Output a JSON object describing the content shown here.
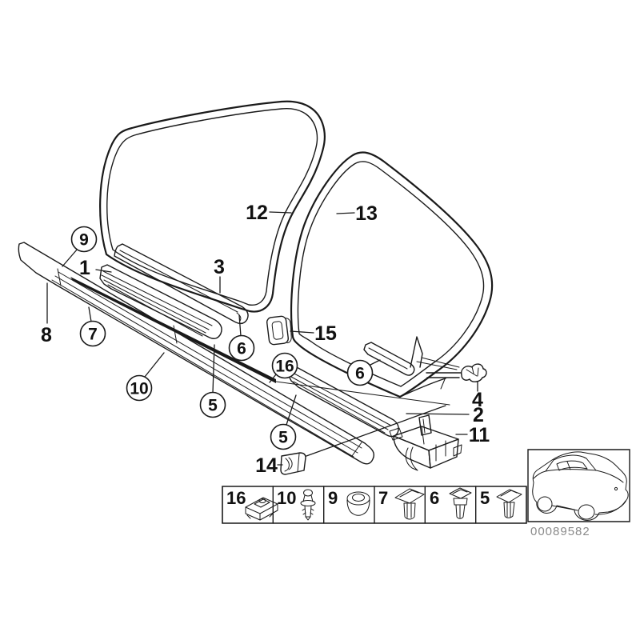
{
  "footer": {
    "image_number": "00089582"
  },
  "colors": {
    "line": "#1a1a1a",
    "label_text": "#111111",
    "muted_text": "#8a8a8a",
    "background": "#ffffff"
  },
  "callouts": {
    "circled": [
      {
        "label": "9"
      },
      {
        "label": "7"
      },
      {
        "label": "10"
      },
      {
        "label": "5"
      },
      {
        "label": "6"
      },
      {
        "label": "16"
      },
      {
        "label": "6"
      },
      {
        "label": "5"
      }
    ],
    "plain": [
      {
        "label": "1"
      },
      {
        "label": "8"
      },
      {
        "label": "3"
      },
      {
        "label": "12"
      },
      {
        "label": "13"
      },
      {
        "label": "15"
      },
      {
        "label": "4"
      },
      {
        "label": "2"
      },
      {
        "label": "11"
      },
      {
        "label": "14"
      }
    ]
  },
  "legend": {
    "items": [
      {
        "number": "16",
        "icon": "bracket-clip-icon"
      },
      {
        "number": "10",
        "icon": "expansion-rivet-icon"
      },
      {
        "number": "9",
        "icon": "grommet-icon"
      },
      {
        "number": "7",
        "icon": "trim-clip-wide-icon"
      },
      {
        "number": "6",
        "icon": "trim-clip-square-icon"
      },
      {
        "number": "5",
        "icon": "trim-clip-narrow-icon"
      }
    ]
  },
  "thumbnail": {
    "icon": "car-silhouette-icon"
  }
}
